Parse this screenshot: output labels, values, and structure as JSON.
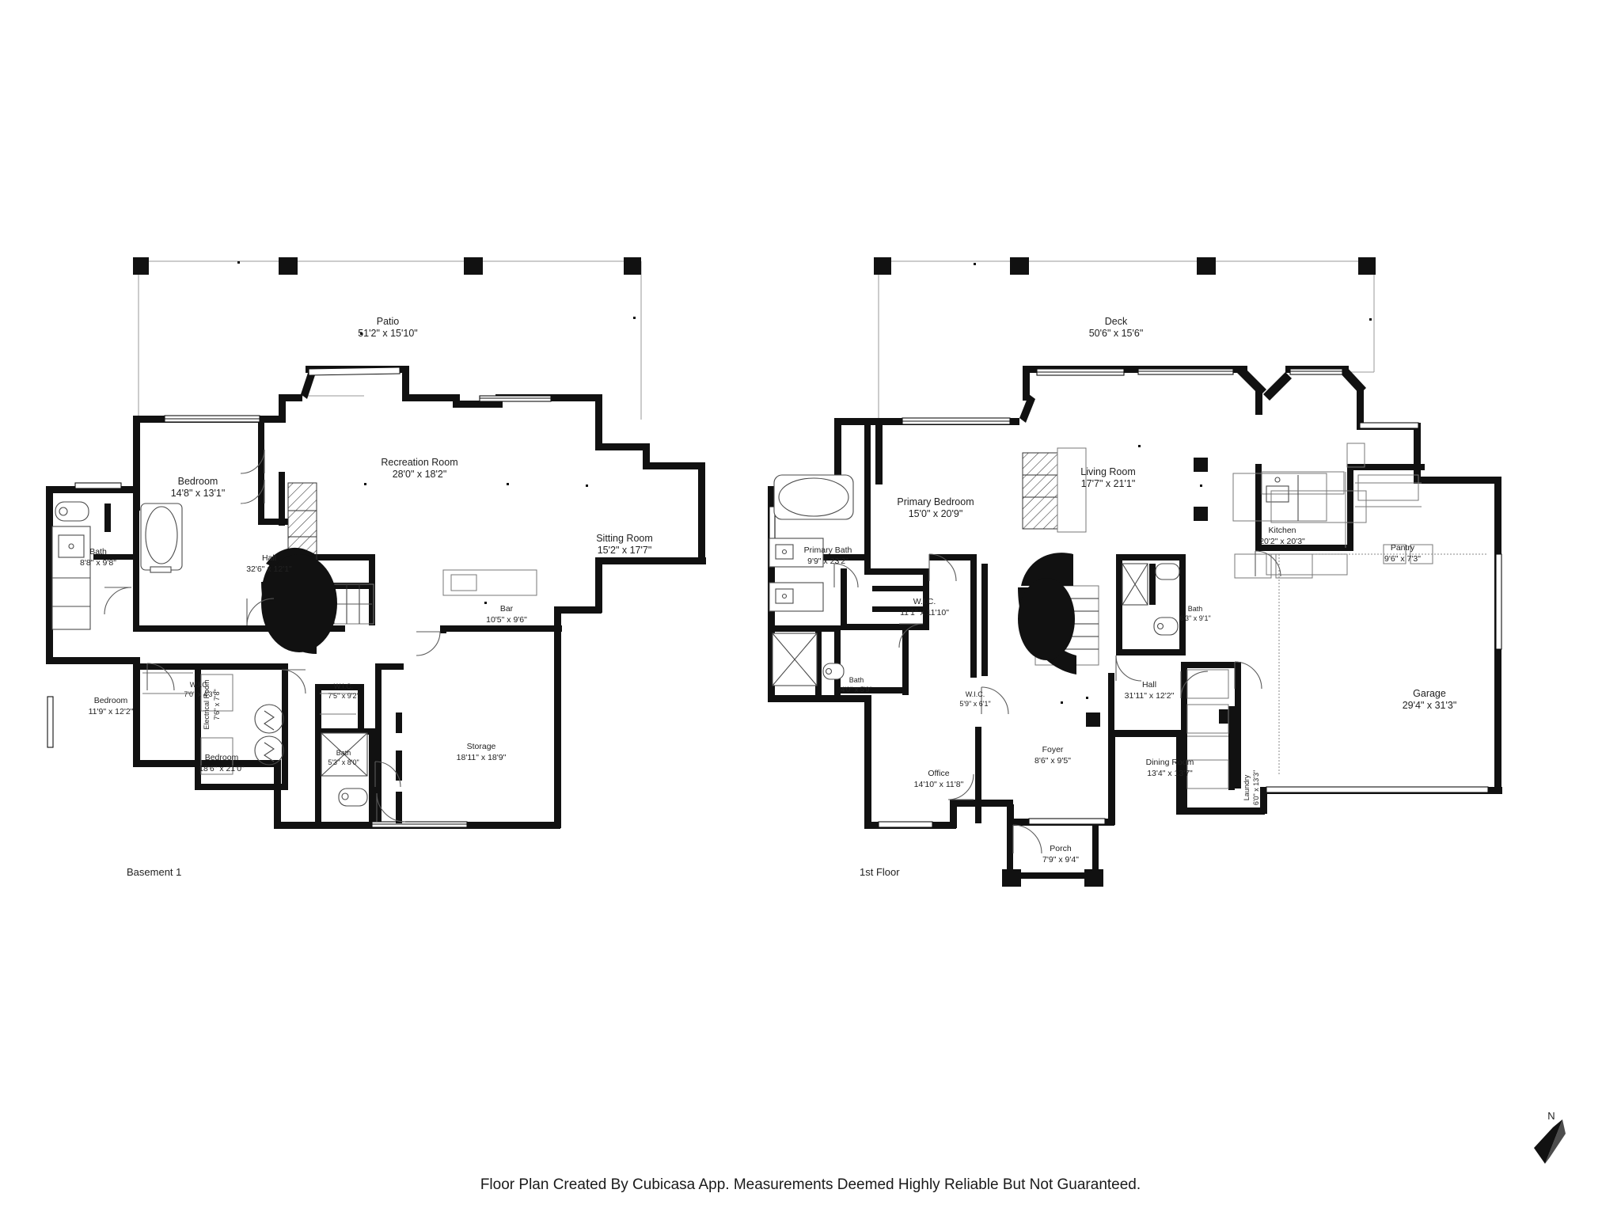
{
  "document": {
    "type": "floor-plan",
    "footer_caption": "Floor Plan Created By Cubicasa App. Measurements Deemed Highly Reliable But Not Guaranteed.",
    "north_label": "N"
  },
  "floors": [
    {
      "id": "basement-1",
      "label": "Basement 1",
      "rooms": [
        {
          "name": "Patio",
          "dim": "51'2\" x 15'10\""
        },
        {
          "name": "Bedroom",
          "dim": "14'8\" x 13'1\""
        },
        {
          "name": "Recreation Room",
          "dim": "28'0\" x 18'2\""
        },
        {
          "name": "Sitting Room",
          "dim": "15'2\" x 17'7\""
        },
        {
          "name": "Bath",
          "dim": "8'8\" x 9'8\""
        },
        {
          "name": "Hall",
          "dim": "32'6\" x 12'1\""
        },
        {
          "name": "Bar",
          "dim": "10'5\" x 9'6\""
        },
        {
          "name": "Bedroom",
          "dim": "11'9\" x 12'2\""
        },
        {
          "name": "Electrical Room",
          "dim": "7'6\" x 7'8\""
        },
        {
          "name": "W.I.C.",
          "dim": "7'0\" x 4'3\""
        },
        {
          "name": "W.I.C.",
          "dim": "7'5\" x 9'2\""
        },
        {
          "name": "Bedroom",
          "dim": "18'6\" x 21'0\""
        },
        {
          "name": "Bath",
          "dim": "5'3\" x 8'0\""
        },
        {
          "name": "Storage",
          "dim": "18'11\" x 18'9\""
        }
      ]
    },
    {
      "id": "first-floor",
      "label": "1st Floor",
      "rooms": [
        {
          "name": "Deck",
          "dim": "50'6\" x 15'6\""
        },
        {
          "name": "Living Room",
          "dim": "17'7\" x 21'1\""
        },
        {
          "name": "Primary Bedroom",
          "dim": "15'0\" x 20'9\""
        },
        {
          "name": "Primary Bath",
          "dim": "9'9\" x 23'2\""
        },
        {
          "name": "Kitchen",
          "dim": "20'2\" x 20'3\""
        },
        {
          "name": "Pantry",
          "dim": "9'6\" x 7'3\""
        },
        {
          "name": "W.I.C.",
          "dim": "11'1\" x 11'10\""
        },
        {
          "name": "Bath",
          "dim": "6'3\" x 9'1\""
        },
        {
          "name": "Bath",
          "dim": "4'0\" x 5'9\""
        },
        {
          "name": "W.I.C.",
          "dim": "5'9\" x 6'1\""
        },
        {
          "name": "Hall",
          "dim": "31'11\" x 12'2\""
        },
        {
          "name": "Garage",
          "dim": "29'4\" x 31'3\""
        },
        {
          "name": "Office",
          "dim": "14'10\" x 11'8\""
        },
        {
          "name": "Foyer",
          "dim": "8'6\" x 9'5\""
        },
        {
          "name": "Dining Room",
          "dim": "13'4\" x 13'7\""
        },
        {
          "name": "Laundry",
          "dim": "6'0\" x 13'3\""
        },
        {
          "name": "Porch",
          "dim": "7'9\" x 9'4\""
        }
      ]
    }
  ],
  "colors": {
    "wall": "#111111",
    "background": "#ffffff",
    "fixture": "#4a4a4a",
    "text": "#1a1a1a"
  }
}
